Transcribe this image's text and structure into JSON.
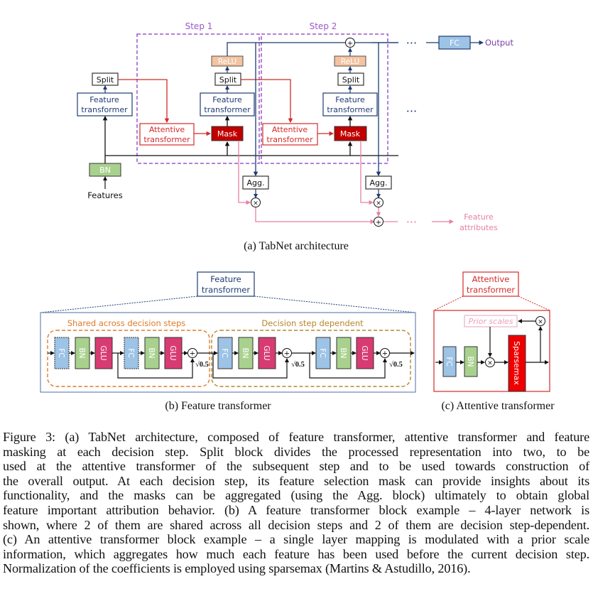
{
  "colors": {
    "navy": "#1f3b73",
    "step_purple": "#9b59c9",
    "red": "#d42a2a",
    "mask_fill": "#c00000",
    "relu_fill": "#f4c3a0",
    "fc_fill": "#9dc3e6",
    "bn_fill": "#a9d18e",
    "glu_fill": "#d83b72",
    "sparsemax_fill": "#ee0000",
    "pink": "#e67fa8",
    "shared_orange": "#e07b2a",
    "dependent_olive": "#b8862b"
  },
  "panel_a": {
    "step1_label": "Step 1",
    "step2_label": "Step 2",
    "features_label": "Features",
    "bn_label": "BN",
    "split_label": "Split",
    "feature_transformer_line1": "Feature",
    "feature_transformer_line2": "transformer",
    "attentive_transformer_line1": "Attentive",
    "attentive_transformer_line2": "transformer",
    "mask_label": "Mask",
    "relu_label": "ReLU",
    "agg_label": "Agg.",
    "plus_symbol": "+",
    "times_symbol": "×",
    "ellipsis": "•••",
    "fc_label": "FC",
    "output_label": "Output",
    "feature_attributes_line1": "Feature",
    "feature_attributes_line2": "attributes",
    "subcaption": "(a) TabNet architecture"
  },
  "panel_b": {
    "title_line1": "Feature",
    "title_line2": "transformer",
    "shared_label": "Shared across decision steps",
    "dependent_label": "Decision step dependent",
    "fc_label": "FC",
    "bn_label": "BN",
    "glu_label": "GLU",
    "scale_label": "√0.5",
    "subcaption": "(b) Feature transformer"
  },
  "panel_c": {
    "title_line1": "Attentive",
    "title_line2": "transformer",
    "prior_scales_label": "Prior scales",
    "fc_label": "FC",
    "bn_label": "BN",
    "sparsemax_label": "Sparsemax",
    "subcaption": "(c) Attentive transformer"
  },
  "caption": {
    "lines": [
      "Figure 3: (a) TabNet architecture, composed of feature transformer, attentive transformer and feature",
      "masking at each decision step.  Split block divides the processed representation into two, to be",
      "used at the attentive transformer of the subsequent step and to be used towards construction of",
      "the overall output. At each decision step, its feature selection mask can provide insights about its",
      "functionality, and the masks can be aggregated (using the Agg. block) ultimately to obtain global",
      "feature important attribution behavior. (b) A feature transformer block example – 4-layer network is",
      "shown, where 2 of them are shared across all decision steps and 2 of them are decision step-dependent.",
      "(c) An attentive transformer block example – a single layer mapping is modulated with a prior scale",
      "information, which aggregates how much each feature has been used before the current decision step.",
      "Normalization of the coefficients is employed using sparsemax (Martins & Astudillo, 2016)."
    ]
  }
}
